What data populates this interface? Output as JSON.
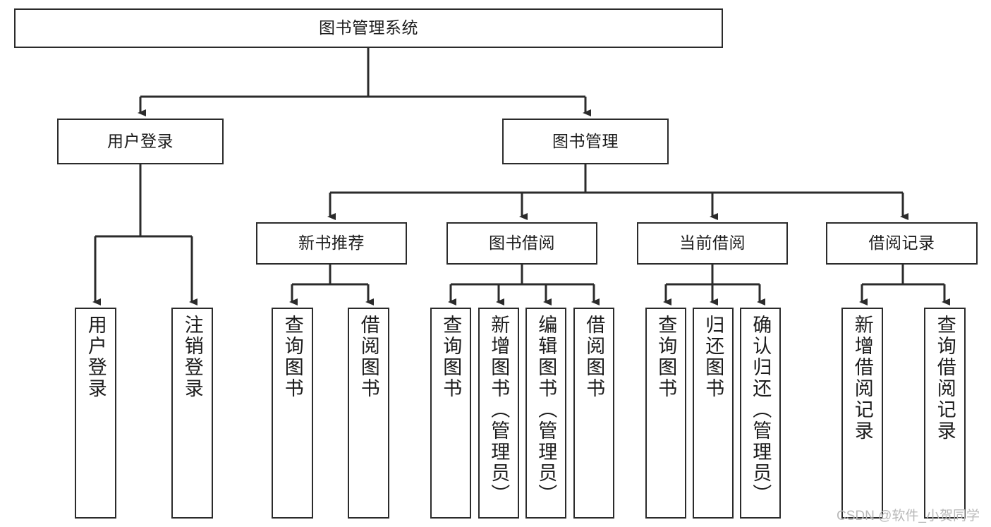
{
  "diagram": {
    "title_node": {
      "label": "图书管理系统"
    },
    "level2": [
      {
        "id": "user-login",
        "label": "用户登录"
      },
      {
        "id": "book-manage",
        "label": "图书管理"
      }
    ],
    "level3": [
      {
        "id": "new-book-recommend",
        "label": "新书推荐"
      },
      {
        "id": "book-borrow",
        "label": "图书借阅"
      },
      {
        "id": "current-borrow",
        "label": "当前借阅"
      },
      {
        "id": "borrow-record",
        "label": "借阅记录"
      }
    ],
    "leaves": {
      "user_login": [
        {
          "id": "leaf-user-login",
          "label": "用户登录"
        },
        {
          "id": "leaf-logout-login",
          "label": "注销登录"
        }
      ],
      "new_book_recommend": [
        {
          "id": "leaf-query-book-1",
          "label": "查询图书"
        },
        {
          "id": "leaf-borrow-book-1",
          "label": "借阅图书"
        }
      ],
      "book_borrow": [
        {
          "id": "leaf-query-book-2",
          "label": "查询图书"
        },
        {
          "id": "leaf-add-book",
          "label": "新增图书（管理员）"
        },
        {
          "id": "leaf-edit-book",
          "label": "编辑图书（管理员）"
        },
        {
          "id": "leaf-borrow-book-2",
          "label": "借阅图书"
        }
      ],
      "current_borrow": [
        {
          "id": "leaf-query-book-3",
          "label": "查询图书"
        },
        {
          "id": "leaf-return-book",
          "label": "归还图书"
        },
        {
          "id": "leaf-confirm-return",
          "label": "确认归还（管理员）"
        }
      ],
      "borrow_record": [
        {
          "id": "leaf-add-record",
          "label": "新增借阅记录"
        },
        {
          "id": "leaf-query-record",
          "label": "查询借阅记录"
        }
      ]
    }
  },
  "watermark": {
    "text": "CSDN @软件_小贺同学"
  },
  "colors": {
    "stroke": "#2b2b2b",
    "background": "#ffffff",
    "text": "#1c1c1c",
    "watermark": "#b9b9b9"
  }
}
